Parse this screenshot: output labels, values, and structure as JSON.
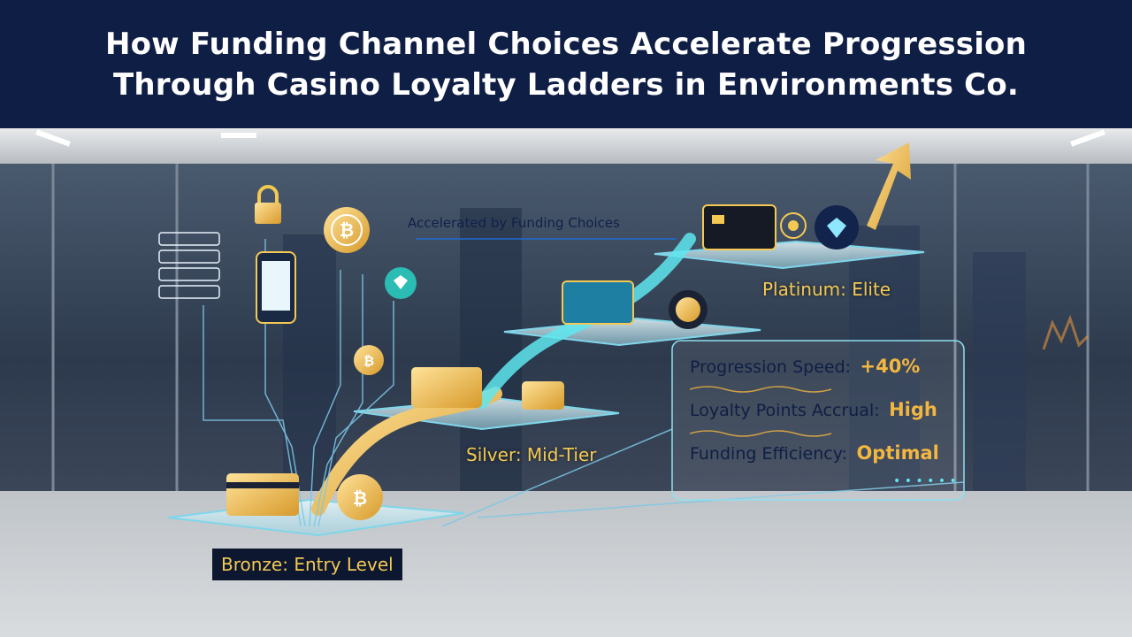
{
  "title": {
    "line1": "How Funding Channel Choices Accelerate Progression",
    "line2": "Through Casino Loyalty Ladders in Environments Co."
  },
  "annotation": "Accelerated by Funding Choices",
  "tiers": {
    "bronze": "Bronze: Entry Level",
    "silver": "Silver: Mid-Tier",
    "platinum": "Platinum: Elite"
  },
  "stats": [
    {
      "label": "Progression Speed:",
      "value": "+40%"
    },
    {
      "label": "Loyalty Points Accrual:",
      "value": "High"
    },
    {
      "label": "Funding Efficiency:",
      "value": "Optimal"
    }
  ],
  "colors": {
    "header_bg": "#0f1e44",
    "gold": "#f3c953",
    "cyan": "#5ee6ef",
    "platform": "#bfe6f0"
  },
  "icons": [
    "server-rack-icon",
    "padlock-icon",
    "smartphone-icon",
    "bitcoin-chip-icon",
    "diamond-chip-icon",
    "credit-card-icon",
    "wallet-icon",
    "network-node-icon",
    "growth-arrow-icon"
  ]
}
